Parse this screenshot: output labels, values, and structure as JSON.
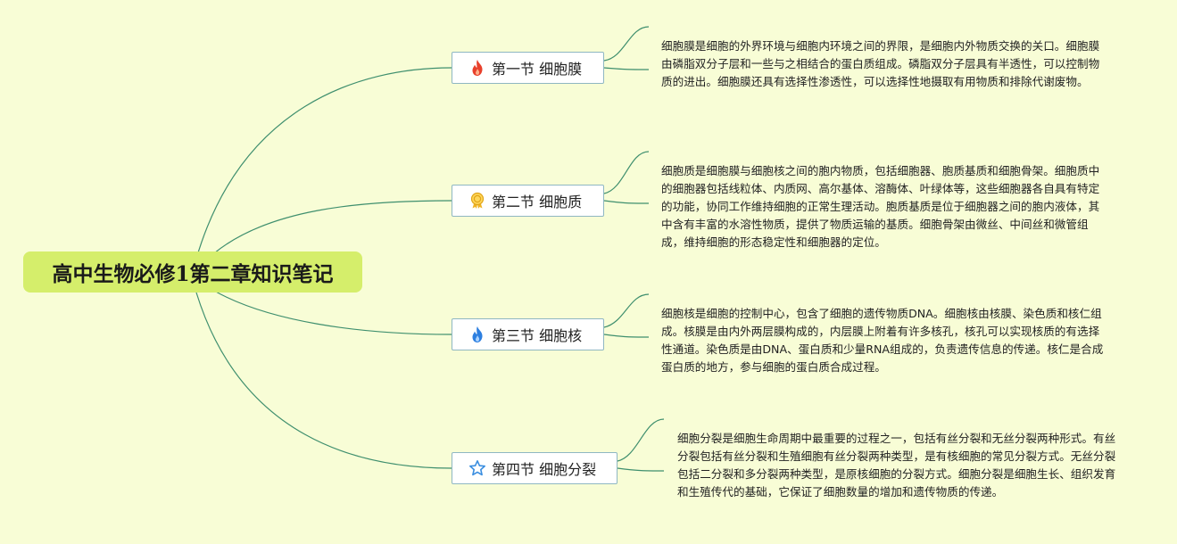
{
  "root": {
    "title": "高中生物必修1第二章知识笔记"
  },
  "topics": [
    {
      "title": "第一节 细胞膜",
      "icon": "fire-icon",
      "icon_color": "#e8402b",
      "note": "细胞膜是细胞的外界环境与细胞内环境之间的界限，是细胞内外物质交换的关口。细胞膜由磷脂双分子层和一些与之相结合的蛋白质组成。磷脂双分子层具有半透性，可以控制物质的进出。细胞膜还具有选择性渗透性，可以选择性地摄取有用物质和排除代谢废物。"
    },
    {
      "title": "第二节 细胞质",
      "icon": "award-badge-icon",
      "icon_color": "#f0b323",
      "note": "细胞质是细胞膜与细胞核之间的胞内物质，包括细胞器、胞质基质和细胞骨架。细胞质中的细胞器包括线粒体、内质网、高尔基体、溶酶体、叶绿体等，这些细胞器各自具有特定的功能，协同工作维持细胞的正常生理活动。胞质基质是位于细胞器之间的胞内液体，其中含有丰富的水溶性物质，提供了物质运输的基质。细胞骨架由微丝、中间丝和微管组成，维持细胞的形态稳定性和细胞器的定位。"
    },
    {
      "title": "第三节 细胞核",
      "icon": "blue-flame-icon",
      "icon_color": "#2d7fe0",
      "note": "细胞核是细胞的控制中心，包含了细胞的遗传物质DNA。细胞核由核膜、染色质和核仁组成。核膜是由内外两层膜构成的，内层膜上附着有许多核孔，核孔可以实现核质的有选择性通道。染色质是由DNA、蛋白质和少量RNA组成的，负责遗传信息的传递。核仁是合成蛋白质的地方，参与细胞的蛋白质合成过程。"
    },
    {
      "title": "第四节 细胞分裂",
      "icon": "star-outline-icon",
      "icon_color": "#3a8ee0",
      "note": "细胞分裂是细胞生命周期中最重要的过程之一，包括有丝分裂和无丝分裂两种形式。有丝分裂包括有丝分裂和生殖细胞有丝分裂两种类型，是有核细胞的常见分裂方式。无丝分裂包括二分裂和多分裂两种类型，是原核细胞的分裂方式。细胞分裂是细胞生长、组织发育和生殖传代的基础，它保证了细胞数量的增加和遗传物质的传递。"
    }
  ]
}
